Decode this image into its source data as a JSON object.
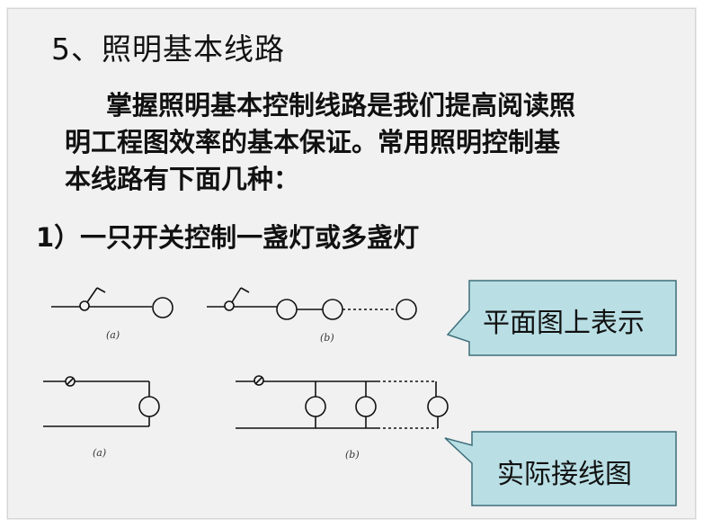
{
  "title": "5、照明基本线路",
  "paragraph": {
    "lines": [
      "掌握照明基本控制线路是我们提高阅读照",
      "明工程图效率的基本保证。常用照明控制基",
      "本线路有下面几种："
    ]
  },
  "subheading": "1）一只开关控制一盏灯或多盏灯",
  "callouts": {
    "plan": "平面图上表示",
    "wiring": "实际接线图"
  },
  "captions": {
    "top_a": "(a)",
    "top_b": "(b)",
    "bottom_a": "(a)",
    "bottom_b": "(b)"
  },
  "colors": {
    "callout_fill": "#b9dfe5",
    "callout_border": "#3d6f7a",
    "background": "#f1f1f1"
  }
}
